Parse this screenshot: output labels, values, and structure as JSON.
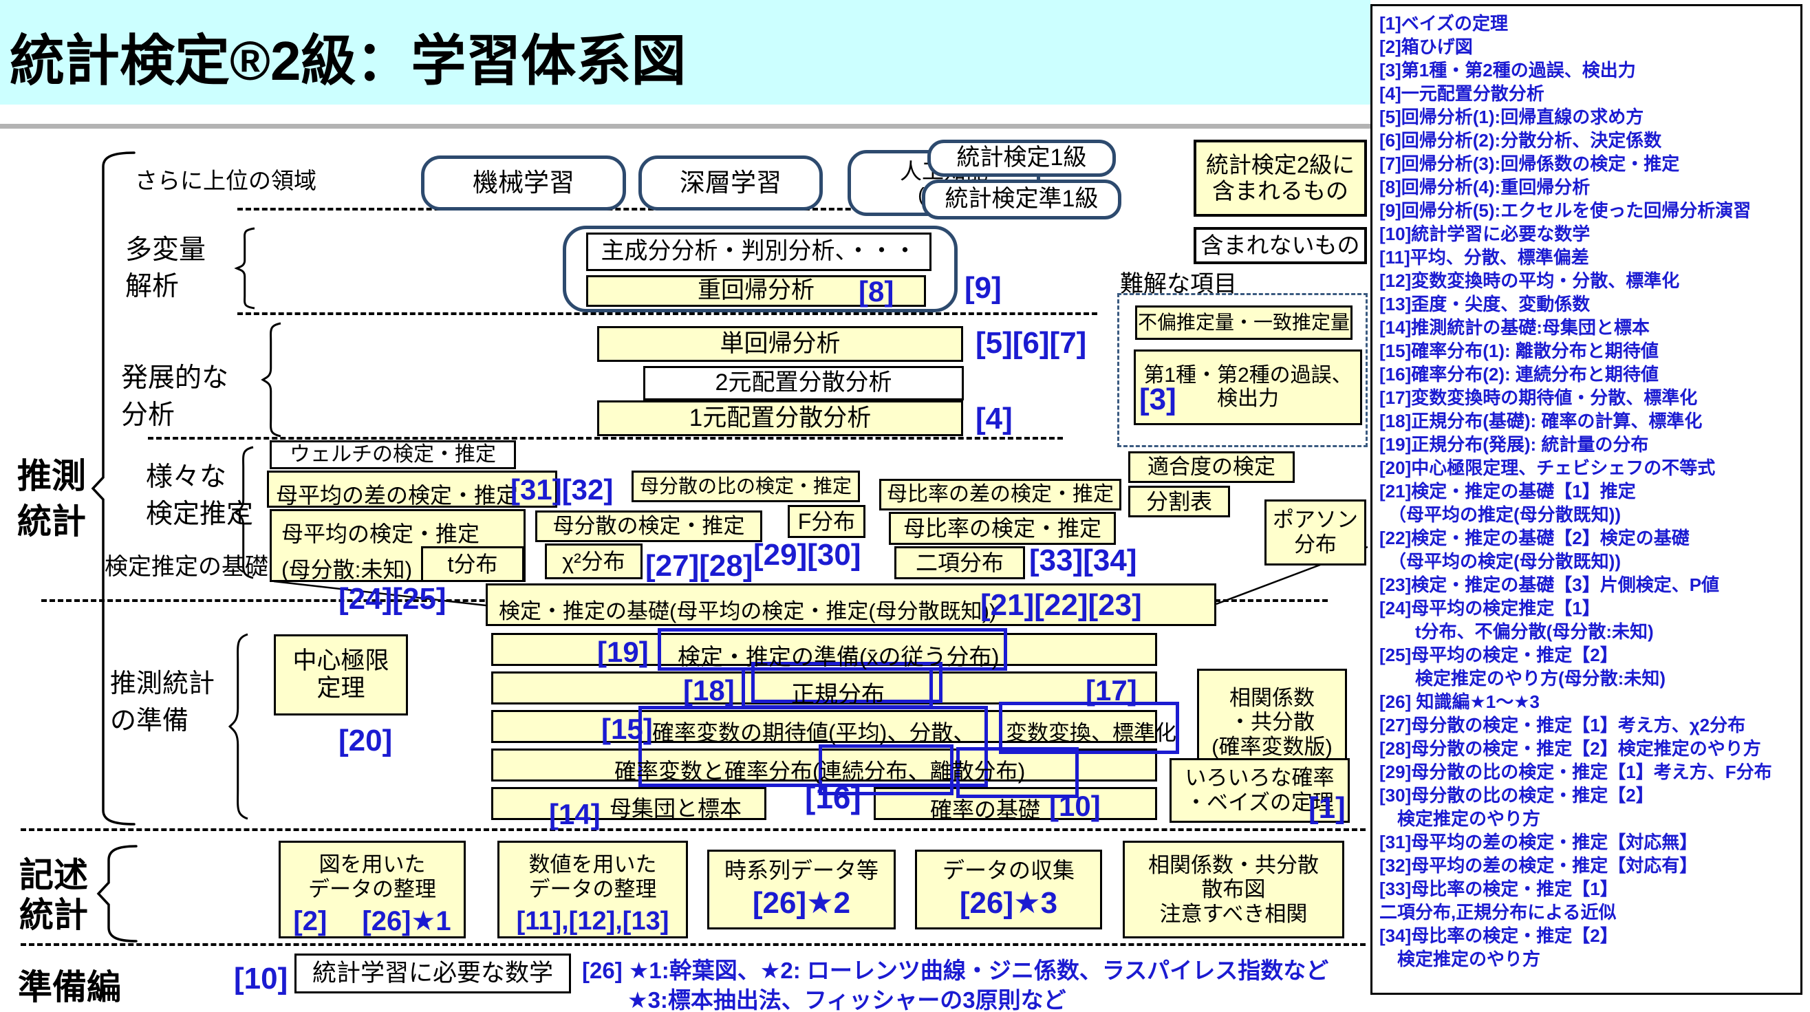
{
  "title": "統計検定®2級：学習体系図",
  "top": {
    "saranni": "さらに上位の領域",
    "kikai": "機械学習",
    "shinso": "深層学習",
    "jinko_l1": "人工知能",
    "jinko_l2": "(AI)系",
    "kentei1": "統計検定1級",
    "kentei_jun1": "統計検定準1級"
  },
  "legend": {
    "in_l1": "統計検定2級に",
    "in_l2": "含まれるもの",
    "out": "含まれないもの"
  },
  "nankai": {
    "label": "難解な項目",
    "fuhen": "不偏推定量・一致推定量",
    "kago_l1": "第1種・第2種の過誤、",
    "kago_l2": "検出力",
    "n3": "[3]"
  },
  "sections": {
    "suisoku_l1": "推測",
    "suisoku_l2": "統計",
    "tahenryo_l1": "多変量",
    "tahenryo_l2": "解析",
    "hatten_l1": "発展的な",
    "hatten_l2": "分析",
    "samazama_l1": "様々な",
    "samazama_l2": "検定推定",
    "kiso_label": "検定推定の基礎",
    "junbi_l1": "推測統計",
    "junbi_l2": "の準備",
    "kijutsu_l1": "記述",
    "kijutsu_l2": "統計",
    "junbihen": "準備編"
  },
  "boxes": {
    "shuseibun": "主成分分析・判別分析、・・・",
    "jukaiki": "重回帰分析",
    "n8": "[8]",
    "n9": "[9]",
    "tankaiki": "単回帰分析",
    "n567": "[5][6][7]",
    "nigen": "2元配置分散分析",
    "ichigen": "1元配置分散分析",
    "n4": "[4]",
    "welch": "ウェルチの検定・推定",
    "boheikin_sa": "母平均の差の検定・推定",
    "n3132": "[31][32]",
    "bobunsan_hi": "母分散の比の検定・推定",
    "f_dist": "F分布",
    "n2930": "[29][30]",
    "bohiritsu_sa": "母比率の差の検定・推定",
    "bohiritsu": "母比率の検定・推定",
    "nikou": "二項分布",
    "n3334": "[33][34]",
    "tekigodo": "適合度の検定",
    "bunkatsu": "分割表",
    "poisson_l1": "ポアソン",
    "poisson_l2": "分布",
    "boheikin_miti_l1": "母平均の検定・推定",
    "boheikin_miti_l2": "(母分散:未知)",
    "t_dist": "t分布",
    "n2425": "[24][25]",
    "bobunsan": "母分散の検定・推定",
    "chi2": "χ²分布",
    "n2728": "[27][28]",
    "kiso_text": "検定・推定の基礎(母平均の検定・推定(母分散既知))",
    "n212223": "[21][22][23]",
    "chushin_l1": "中心極限",
    "chushin_l2": "定理",
    "n20": "[20]",
    "n19": "[19]",
    "r1_t": "検定・推定の準備(x̄の従う分布)",
    "n18": "[18]",
    "r2_t": "正規分布",
    "n17": "[17]",
    "n15": "[15]",
    "r3_t1": "確率変数の期待値(平均)、分散、",
    "r3_t2": "変数変換、標準化",
    "r4_t": "確率変数と確率分布(連続分布、離散分布)",
    "n16": "[16]",
    "r5a_t": "母集団と標本",
    "n14": "[14]",
    "r5b_t": "確率の基礎",
    "n10r": "[10]",
    "soukan_l1": "相関係数",
    "soukan_l2": "・共分散",
    "soukan_l3": "(確率変数版)",
    "iroiro_l1": "いろいろな確率",
    "iroiro_l2": "・ベイズの定理",
    "n1": "[1]",
    "d1_l1": "図を用いた",
    "d1_l2": "データの整理",
    "d1_n": "[2]　 [26]★1",
    "d2_l1": "数値を用いた",
    "d2_l2": "データの整理",
    "d2_n": "[11],[12],[13]",
    "d3_l1": "時系列データ等",
    "d3_n": "[26]★2",
    "d4_l1": "データの収集",
    "d4_n": "[26]★3",
    "d5_l1": "相関係数・共分散",
    "d5_l2": "散布図",
    "d5_l3": "注意すべき相関",
    "n10_junbi": "[10]",
    "math_box": "統計学習に必要な数学",
    "note1": "[26] ★1:幹葉図、★2: ローレンツ曲線・ジニ係数、ラスパイレス指数など",
    "note2": "★3:標本抽出法、フィッシャーの3原則など"
  },
  "sidebar": {
    "items": [
      "[1]ベイズの定理",
      "[2]箱ひげ図",
      "[3]第1種・第2種の過誤、検出力",
      "[4]一元配置分散分析",
      "[5]回帰分析(1):回帰直線の求め方",
      "[6]回帰分析(2):分散分析、決定係数",
      "[7]回帰分析(3):回帰係数の検定・推定",
      "[8]回帰分析(4):重回帰分析",
      "[9]回帰分析(5):エクセルを使った回帰分析演習",
      "[10]統計学習に必要な数学",
      "[11]平均、分散、標準偏差",
      "[12]変数変換時の平均・分散、標準化",
      "[13]歪度・尖度、変動係数",
      "[14]推測統計の基礎:母集団と標本",
      "[15]確率分布(1): 離散分布と期待値",
      "[16]確率分布(2): 連続分布と期待値",
      "[17]変数変換時の期待値・分散、標準化",
      "[18]正規分布(基礎): 確率の計算、標準化",
      "[19]正規分布(発展): 統計量の分布",
      "[20]中心極限定理、チェビシェフの不等式",
      "[21]検定・推定の基礎【1】推定",
      "　（母平均の推定(母分散既知))",
      "[22]検定・推定の基礎【2】検定の基礎",
      "　（母平均の検定(母分散既知))",
      "[23]検定・推定の基礎【3】片側検定、P値",
      "[24]母平均の検定推定【1】",
      "　　t分布、不偏分散(母分散:未知)",
      "[25]母平均の検定・推定【2】",
      "　　検定推定のやり方(母分散:未知)",
      "[26] 知識編★1～★3",
      "[27]母分散の検定・推定【1】考え方、χ2分布",
      "[28]母分散の検定・推定【2】検定推定のやり方",
      "[29]母分散の比の検定・推定【1】考え方、F分布",
      "[30]母分散の比の検定・推定【2】",
      "　検定推定のやり方",
      "[31]母平均の差の検定・推定【対応無】",
      "[32]母平均の差の検定・推定【対応有】",
      "[33]母比率の検定・推定【1】",
      "二項分布,正規分布による近似",
      "[34]母比率の検定・推定【2】",
      "　検定推定のやり方"
    ]
  }
}
